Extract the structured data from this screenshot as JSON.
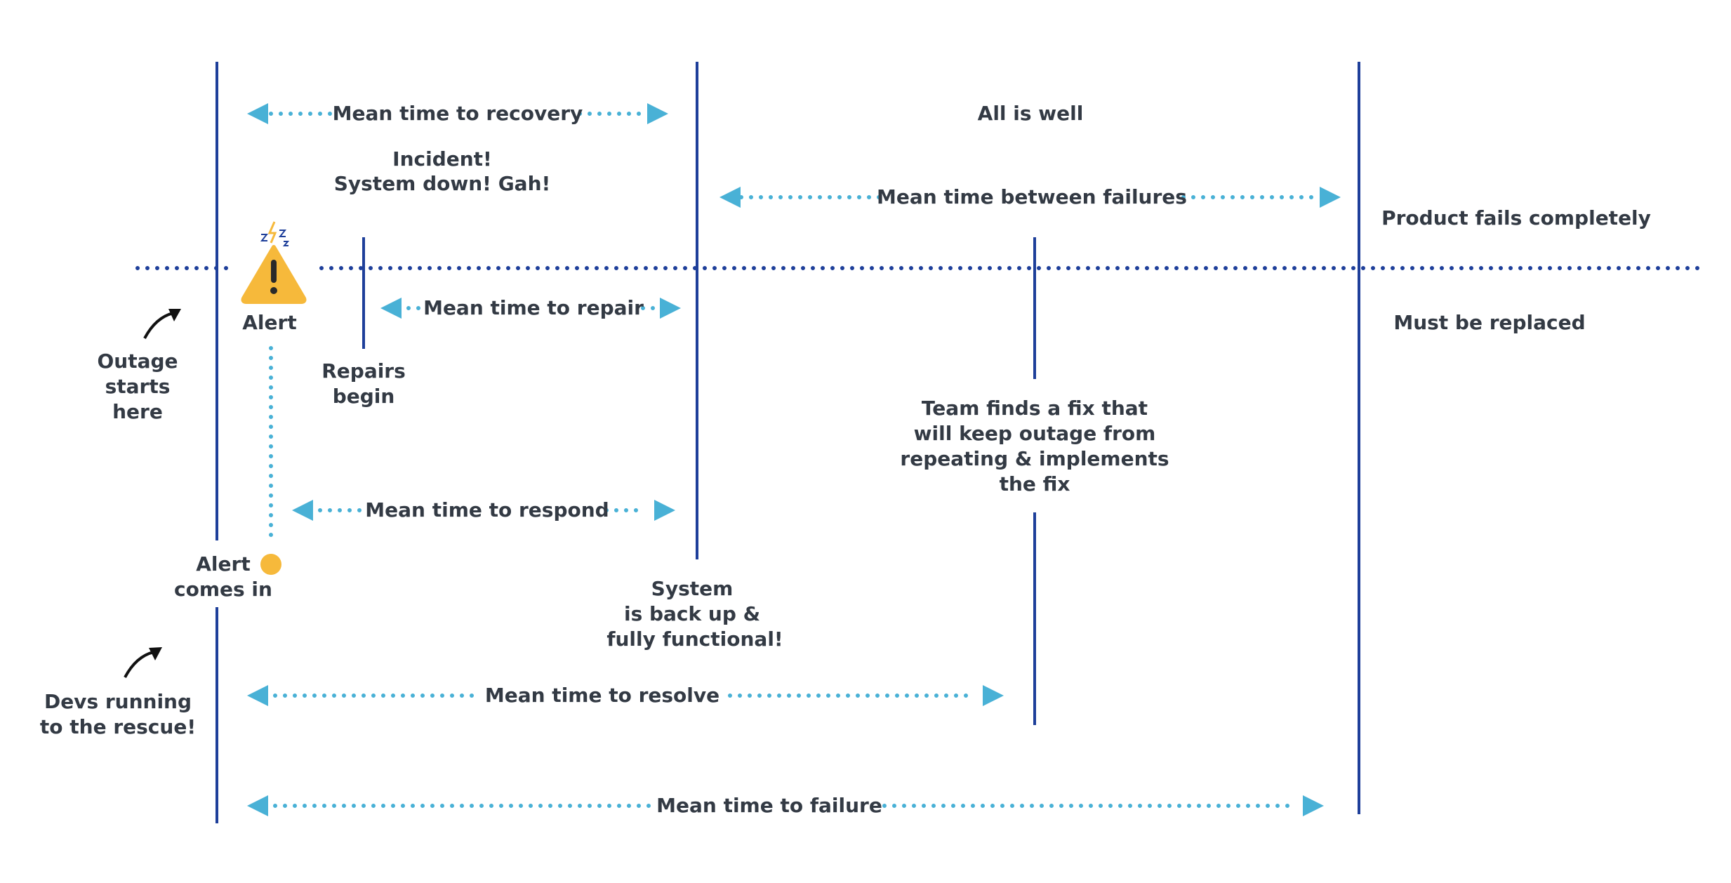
{
  "colors": {
    "vline": "#1e3f9a",
    "timeline_dots": "#1e3f9a",
    "arrow": "#49b1d6",
    "text": "#333a44",
    "alert_yellow": "#f6b93b",
    "pointer_arrow": "#111111"
  },
  "icons": {
    "alert_icon": "warning-triangle-icon",
    "alert_dot": "yellow-circle-icon"
  },
  "labels": {
    "mttr_recovery": "Mean time to recovery",
    "all_is_well": "All is well",
    "incident": [
      "Incident!",
      "System down! Gah!"
    ],
    "mtbf": "Mean time between failures",
    "product_fails": "Product fails completely",
    "alert": "Alert",
    "mttr_repair": "Mean time to repair",
    "must_be_replaced": "Must be replaced",
    "outage_starts": [
      "Outage",
      "starts",
      "here"
    ],
    "repairs_begin": [
      "Repairs",
      "begin"
    ],
    "team_finds_fix": [
      "Team finds a fix that",
      "will keep outage from",
      "repeating & implements",
      "the fix"
    ],
    "mttr_respond": "Mean time to respond",
    "alert_comes_in": [
      "Alert",
      "comes in"
    ],
    "system_back_up": [
      "System",
      "is back up &",
      "fully functional!"
    ],
    "devs_running": [
      "Devs running",
      "to the rescue!"
    ],
    "mttr_resolve": "Mean time to resolve",
    "mttf": "Mean time to failure"
  }
}
